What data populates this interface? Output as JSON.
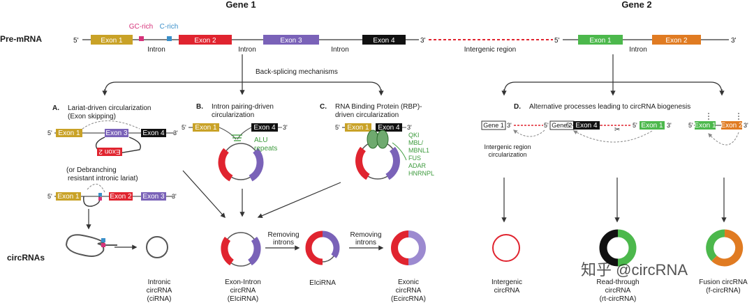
{
  "header": {
    "gene1": "Gene 1",
    "gene2": "Gene 2",
    "pre_mrna": "Pre-mRNA",
    "circrnas": "circRNAs"
  },
  "gene1": {
    "gc_rich": "GC-rich",
    "c_rich": "C-rich",
    "five_prime": "5'",
    "three_prime": "3'",
    "exon1": "Exon 1",
    "exon2": "Exon 2",
    "exon3": "Exon 3",
    "exon4": "Exon 4",
    "intron": "Intron",
    "intergenic_region": "Intergenic region"
  },
  "gene2": {
    "five_prime": "5'",
    "three_prime": "3'",
    "exon1": "Exon 1",
    "exon2": "Exon 2",
    "intron": "Intron"
  },
  "mechanisms": {
    "back_splicing": "Back-splicing mechanisms",
    "a_letter": "A.",
    "a_title_1": "Lariat-driven circularization",
    "a_title_2": "(Exon skipping)",
    "a_or_1": "(or Debranching",
    "a_or_2": "resistant intronic lariat)",
    "b_letter": "B.",
    "b_title_1": "Intron pairing-driven",
    "b_title_2": "circularization",
    "b_alu_1": "ALU",
    "b_alu_2": "repeats",
    "c_letter": "C.",
    "c_title_1": "RNA Binding Protein (RBP)-",
    "c_title_2": "driven circularization",
    "c_rbps": [
      "QKI",
      "MBL/",
      "MBNL1",
      "FUS",
      "ADAR",
      "HNRNPL"
    ],
    "d_letter": "D.",
    "d_title": "Alternative processes leading to circRNA biogenesis",
    "d_gene1": "Gene 1",
    "d_gene2": "Gene 2",
    "d_intergenic_1": "Intergenic region",
    "d_intergenic_2": "circularization",
    "d_exon4": "Exon 4",
    "d_exon1": "Exon 1",
    "d_f_exon1": "Exon 1",
    "d_f_exon2": "Exon 2",
    "exon1": "Exon 1",
    "exon2": "Exon 2",
    "exon3": "Exon 3",
    "exon4": "Exon 4",
    "five_prime": "5'",
    "three_prime": "3'"
  },
  "results": {
    "removing_introns": "Removing",
    "removing_introns_2": "introns",
    "cirna_1": "Intronic",
    "cirna_2": "circRNA",
    "cirna_3": "(ciRNA)",
    "eicirna_1": "Exon-Intron",
    "eicirna_2": "circRNA",
    "eicirna_3": "(EIciRNA)",
    "eicirna_short": "EIciRNA",
    "ecircrna_1": "Exonic",
    "ecircrna_2": "circRNA",
    "ecircrna_3": "(EcircRNA)",
    "intergenic_1": "Intergenic",
    "intergenic_2": "circRNA",
    "rt_1": "Read-through",
    "rt_2": "circRNA",
    "rt_3": "(rt-circRNA)",
    "f_1": "Fusion circRNA",
    "f_2": "(f-circRNA)"
  },
  "watermark": "知乎 @circRNA",
  "colors": {
    "exon1": "#c9a227",
    "exon2": "#e0242f",
    "exon3": "#7a62b8",
    "exon4": "#111111",
    "g2exon1": "#4cb84c",
    "g2exon2": "#e07b22",
    "gc_rich": "#d6337a",
    "c_rich": "#3a8fc9",
    "intergenic": "#e0242f",
    "line": "#555555"
  }
}
